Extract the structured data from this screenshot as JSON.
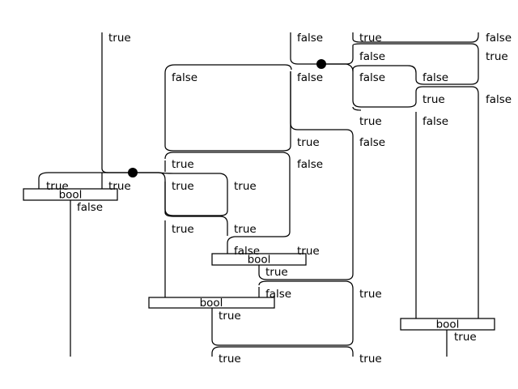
{
  "diagram": {
    "box_label": "bool",
    "boxes": [
      "bool",
      "bool",
      "bool",
      "bool"
    ],
    "wire_labels": {
      "r1": [
        "true",
        "false",
        "true",
        "false"
      ],
      "r2": [
        "false",
        "true"
      ],
      "r3": [
        "false",
        "false",
        "false",
        "false"
      ],
      "r4": [
        "true",
        "false"
      ],
      "r5": [
        "true",
        "false"
      ],
      "r6": [
        "true",
        "false"
      ],
      "r7": [
        "true",
        "false"
      ],
      "r8": [
        "true",
        "true",
        "true",
        "true"
      ],
      "r9": [
        "false"
      ],
      "r10": [
        "true",
        "true"
      ],
      "r11": [
        "false",
        "true"
      ],
      "r12": [
        "true"
      ],
      "r13": [
        "false",
        "true"
      ],
      "r14": [
        "true"
      ],
      "r15": [
        "true"
      ],
      "r16": [
        "true",
        "true"
      ]
    }
  }
}
